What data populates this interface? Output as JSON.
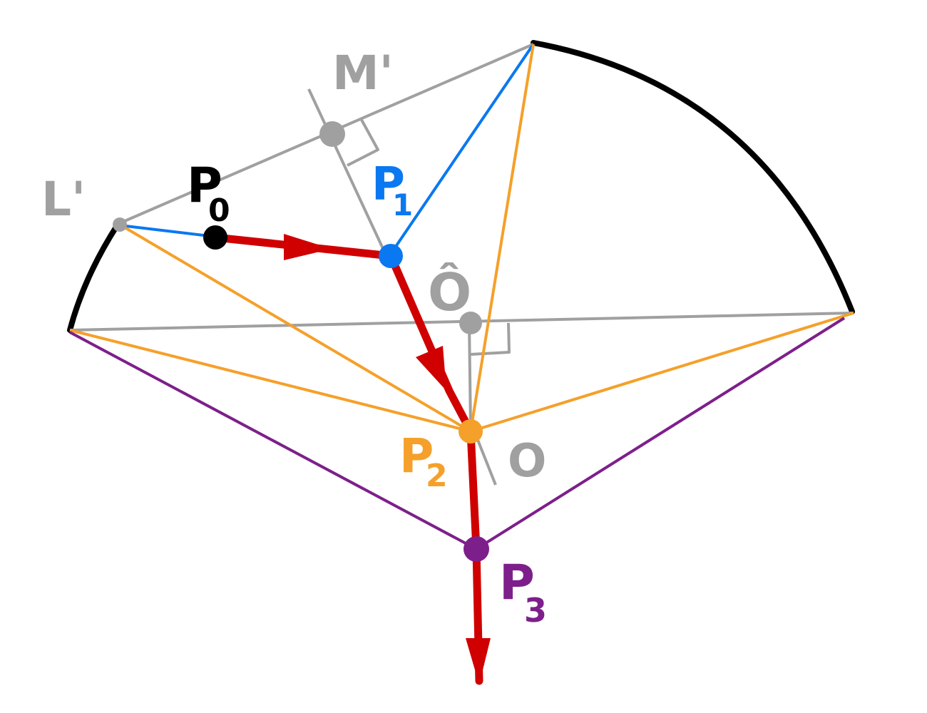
{
  "colors": {
    "black": "#000000",
    "gray": "#a0a0a0",
    "blue": "#0a78f0",
    "orange": "#f5a02a",
    "purple": "#7d1f8a",
    "red": "#d00000"
  },
  "labels": {
    "L_prime": "L'",
    "M_prime": "M'",
    "O_hat": "Ô",
    "O": "O",
    "P0": {
      "main": "P",
      "sub": "0"
    },
    "P1": {
      "main": "P",
      "sub": "1"
    },
    "P2": {
      "main": "P",
      "sub": "2"
    },
    "P3": {
      "main": "P",
      "sub": "3"
    }
  }
}
